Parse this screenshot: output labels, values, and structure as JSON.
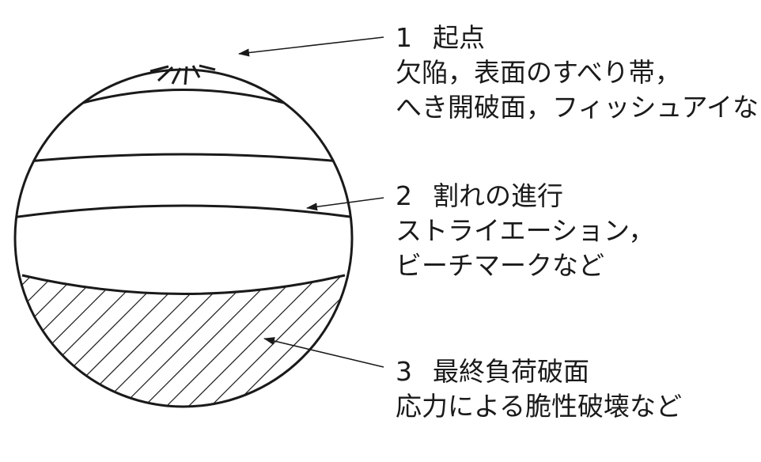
{
  "annotations": [
    {
      "number": "1",
      "title": "起点",
      "lines": [
        "欠陥，表面のすべり帯，",
        "へき開破面，フィッシュアイなど"
      ]
    },
    {
      "number": "2",
      "title": "割れの進行",
      "lines": [
        "ストライエーション，",
        "ビーチマークなど"
      ]
    },
    {
      "number": "3",
      "title": "最終負荷破面",
      "lines": [
        "応力による脆性破壊など"
      ]
    }
  ],
  "colors": {
    "stroke": "#1a1a1a",
    "background": "#ffffff"
  }
}
